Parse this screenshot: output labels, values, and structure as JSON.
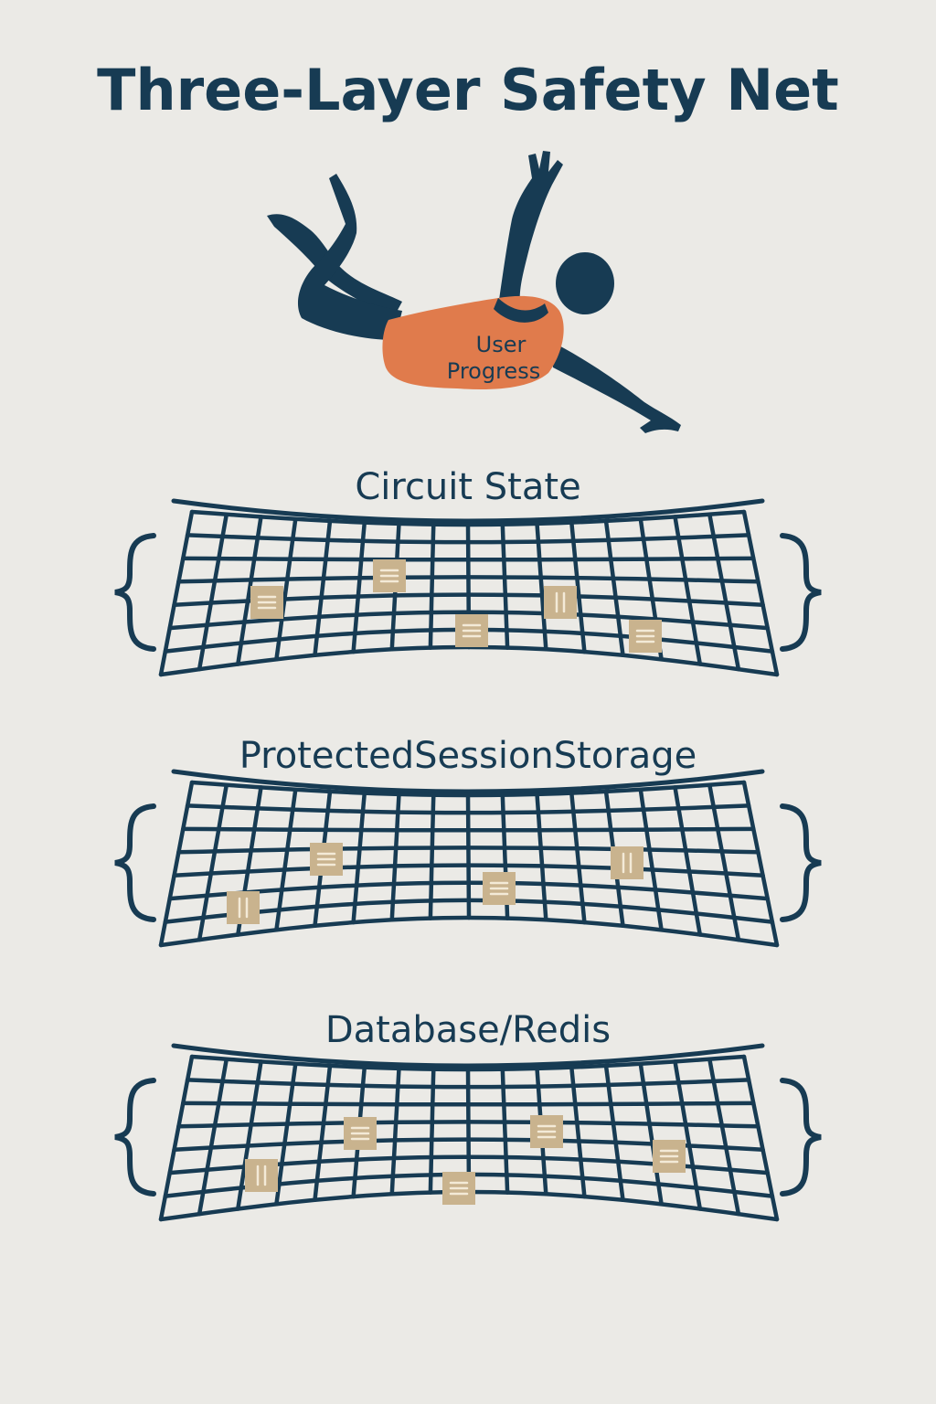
{
  "title": "Three-Layer Safety Net",
  "figure": {
    "label_line1": "User",
    "label_line2": "Progress"
  },
  "layers": [
    {
      "label": "Circuit State"
    },
    {
      "label": "ProtectedSessionStorage"
    },
    {
      "label": "Database/Redis"
    }
  ],
  "colors": {
    "background": "#ebeae6",
    "navy": "#173b53",
    "orange": "#e07b4c",
    "tag": "#c9b38e",
    "tag_mark": "#f3ead7"
  }
}
